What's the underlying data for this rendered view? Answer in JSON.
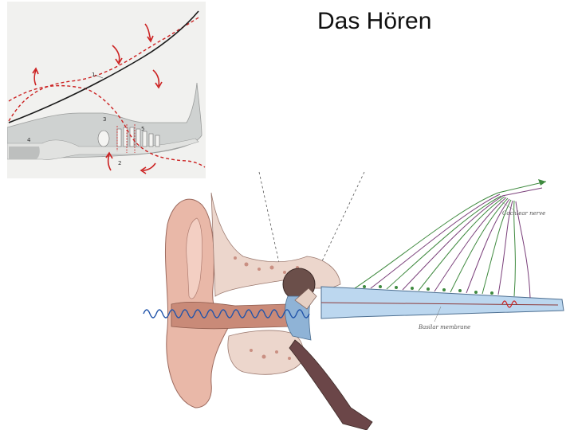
{
  "slide": {
    "title": "Das Hören"
  },
  "inset": {
    "numbers": [
      "1",
      "2",
      "3",
      "4",
      "5"
    ]
  },
  "ear_illustration": {
    "labels": {
      "cochlear_nerve": "Cochlear nerve",
      "basilar_membrane": "Basilar membrane"
    }
  },
  "colors": {
    "curve_black": "#1a1a1a",
    "curve_red": "#cc2222",
    "wave_blue": "#2255aa",
    "nerve_purple": "#7a3f7a",
    "nerve_green": "#3f8a3f",
    "skin": "#e9b8a8",
    "bone": "#e8d0c4",
    "fluid_blue": "#bcd7ef"
  }
}
